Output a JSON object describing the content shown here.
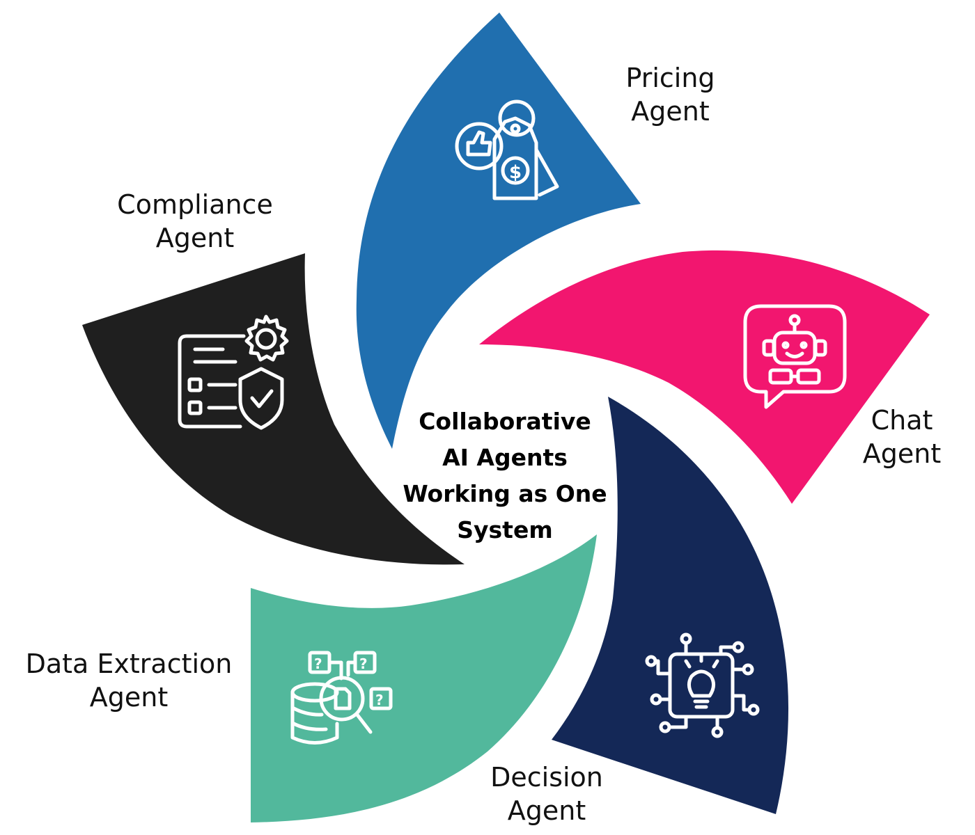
{
  "title_lines": [
    "Collaborative",
    "AI Agents",
    "Working as One",
    "System"
  ],
  "agents": [
    {
      "line1": "Pricing",
      "line2": "Agent",
      "color": "#206faf",
      "icon": "price-tag-icon"
    },
    {
      "line1": "Chat",
      "line2": "Agent",
      "color": "#f2166f",
      "icon": "chatbot-icon"
    },
    {
      "line1": "Decision",
      "line2": "Agent",
      "color": "#142857",
      "icon": "circuit-lightbulb-icon"
    },
    {
      "line1": "Data Extraction",
      "line2": "Agent",
      "color": "#52b89c",
      "icon": "database-search-icon"
    },
    {
      "line1": "Compliance",
      "line2": "Agent",
      "color": "#1f1f1f",
      "icon": "compliance-shield-icon"
    }
  ]
}
